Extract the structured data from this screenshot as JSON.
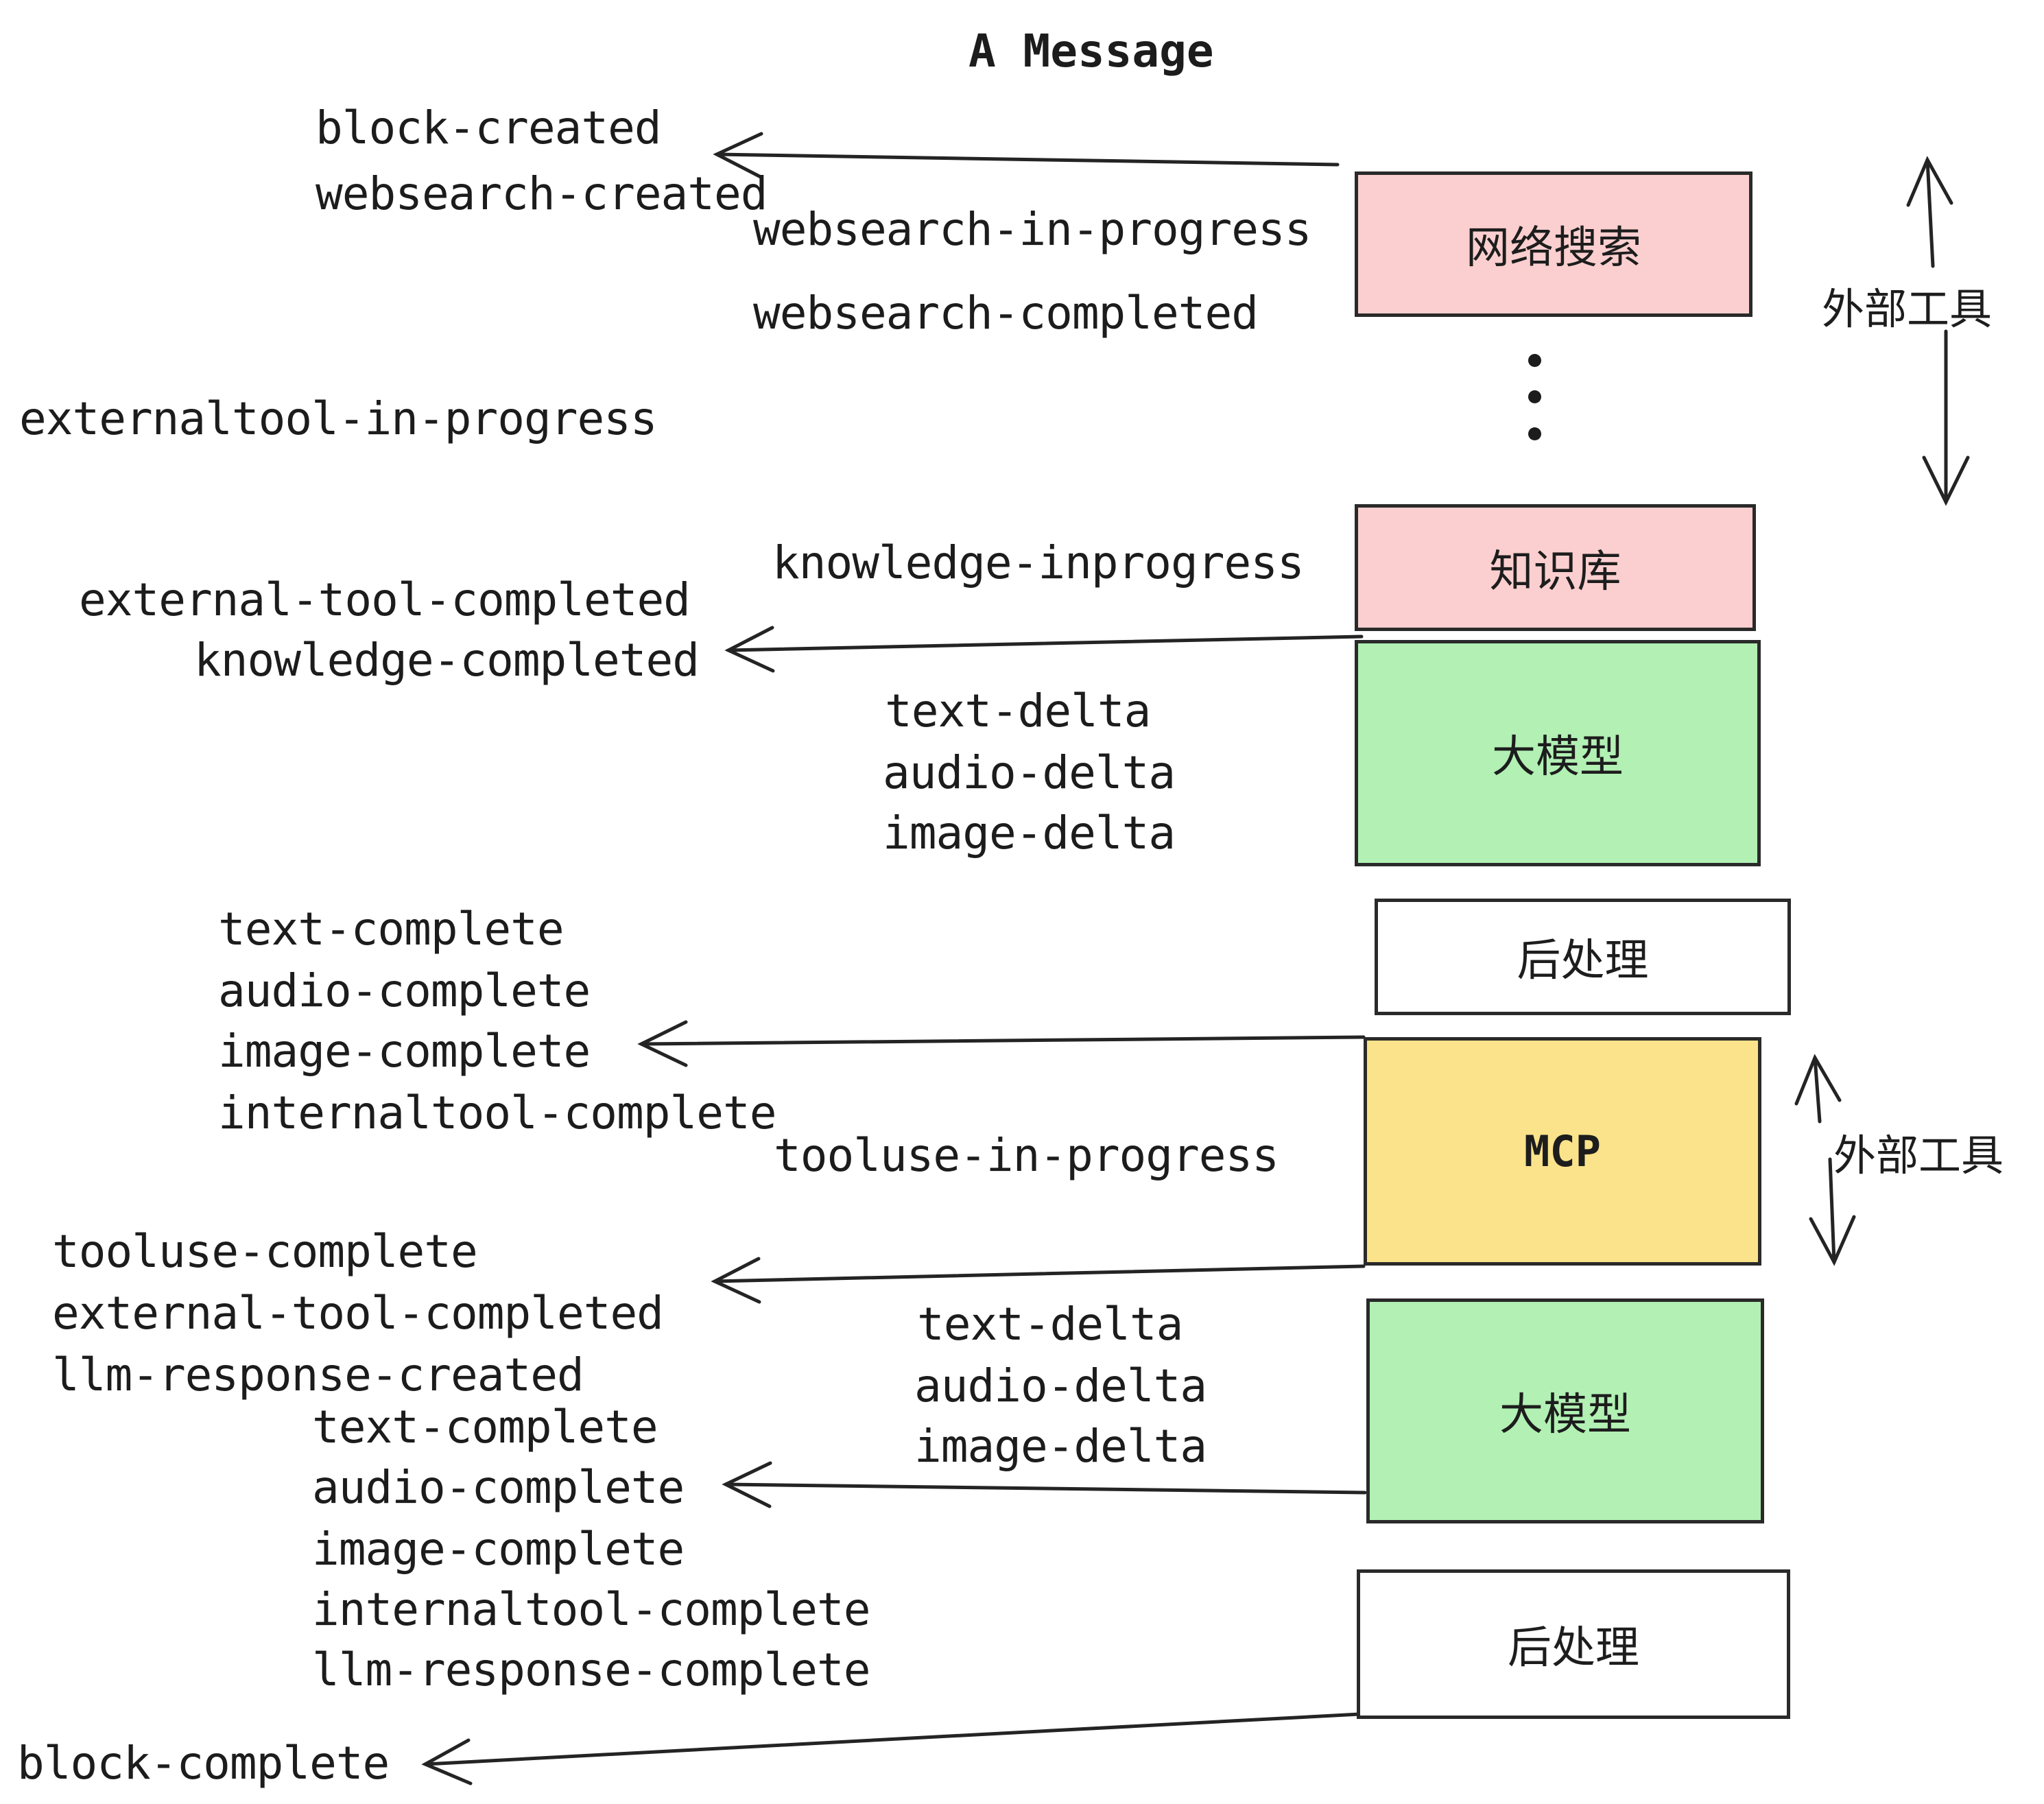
{
  "title": "A Message",
  "colors": {
    "box_pink": "#fbcfcf",
    "box_green": "#b2f0b4",
    "box_yellow": "#fae38a",
    "box_white": "#ffffff",
    "stroke": "#2a2a2a",
    "text": "#1c1c1c"
  },
  "events": {
    "block_created": "block-created",
    "websearch_created": "websearch-created",
    "websearch_in_progress": "websearch-in-progress",
    "websearch_completed": "websearch-completed",
    "externaltool_in_progress": "externaltool-in-progress",
    "knowledge_inprogress": "knowledge-inprogress",
    "external_tool_completed_1": "external-tool-completed",
    "knowledge_completed": "knowledge-completed",
    "text_delta_1": "text-delta",
    "audio_delta_1": "audio-delta",
    "image_delta_1": "image-delta",
    "text_complete_1": "text-complete",
    "audio_complete_1": "audio-complete",
    "image_complete_1": "image-complete",
    "internaltool_complete_1": "internaltool-complete",
    "tooluse_in_progress": "tooluse-in-progress",
    "tooluse_complete": "tooluse-complete",
    "external_tool_completed_2": "external-tool-completed",
    "llm_response_created": "llm-response-created",
    "text_delta_2": "text-delta",
    "audio_delta_2": "audio-delta",
    "image_delta_2": "image-delta",
    "text_complete_2": "text-complete",
    "audio_complete_2": "audio-complete",
    "image_complete_2": "image-complete",
    "internaltool_complete_2": "internaltool-complete",
    "llm_response_complete": "llm-response-complete",
    "block_complete": "block-complete"
  },
  "boxes": {
    "websearch": "网络搜索",
    "knowledge": "知识库",
    "llm_1": "大模型",
    "postprocess_1": "后处理",
    "mcp": "MCP",
    "llm_2": "大模型",
    "postprocess_2": "后处理"
  },
  "annotations": {
    "external_tools_1": "外部工具",
    "external_tools_2": "外部工具"
  }
}
